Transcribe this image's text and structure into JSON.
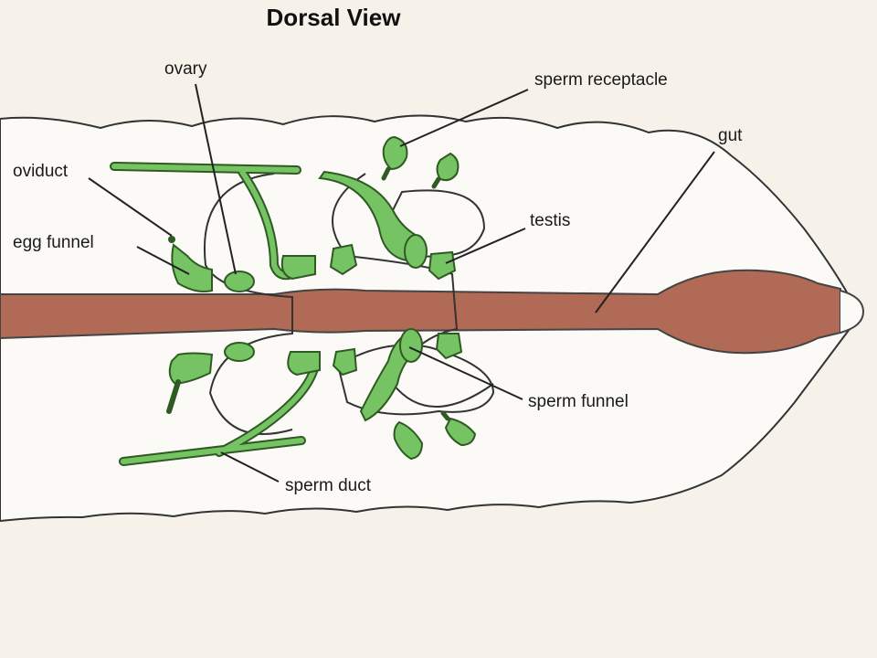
{
  "title": "Dorsal View",
  "labels": {
    "ovary": "ovary",
    "sperm_receptacle": "sperm receptacle",
    "gut": "gut",
    "oviduct": "oviduct",
    "testis": "testis",
    "egg_funnel": "egg funnel",
    "sperm_funnel": "sperm funnel",
    "sperm_duct": "sperm duct"
  },
  "colors": {
    "background": "#f6f2ea",
    "body": "#fbfaf6",
    "gut": "#b06a55",
    "organ": "#76c364",
    "outline": "#333333"
  }
}
